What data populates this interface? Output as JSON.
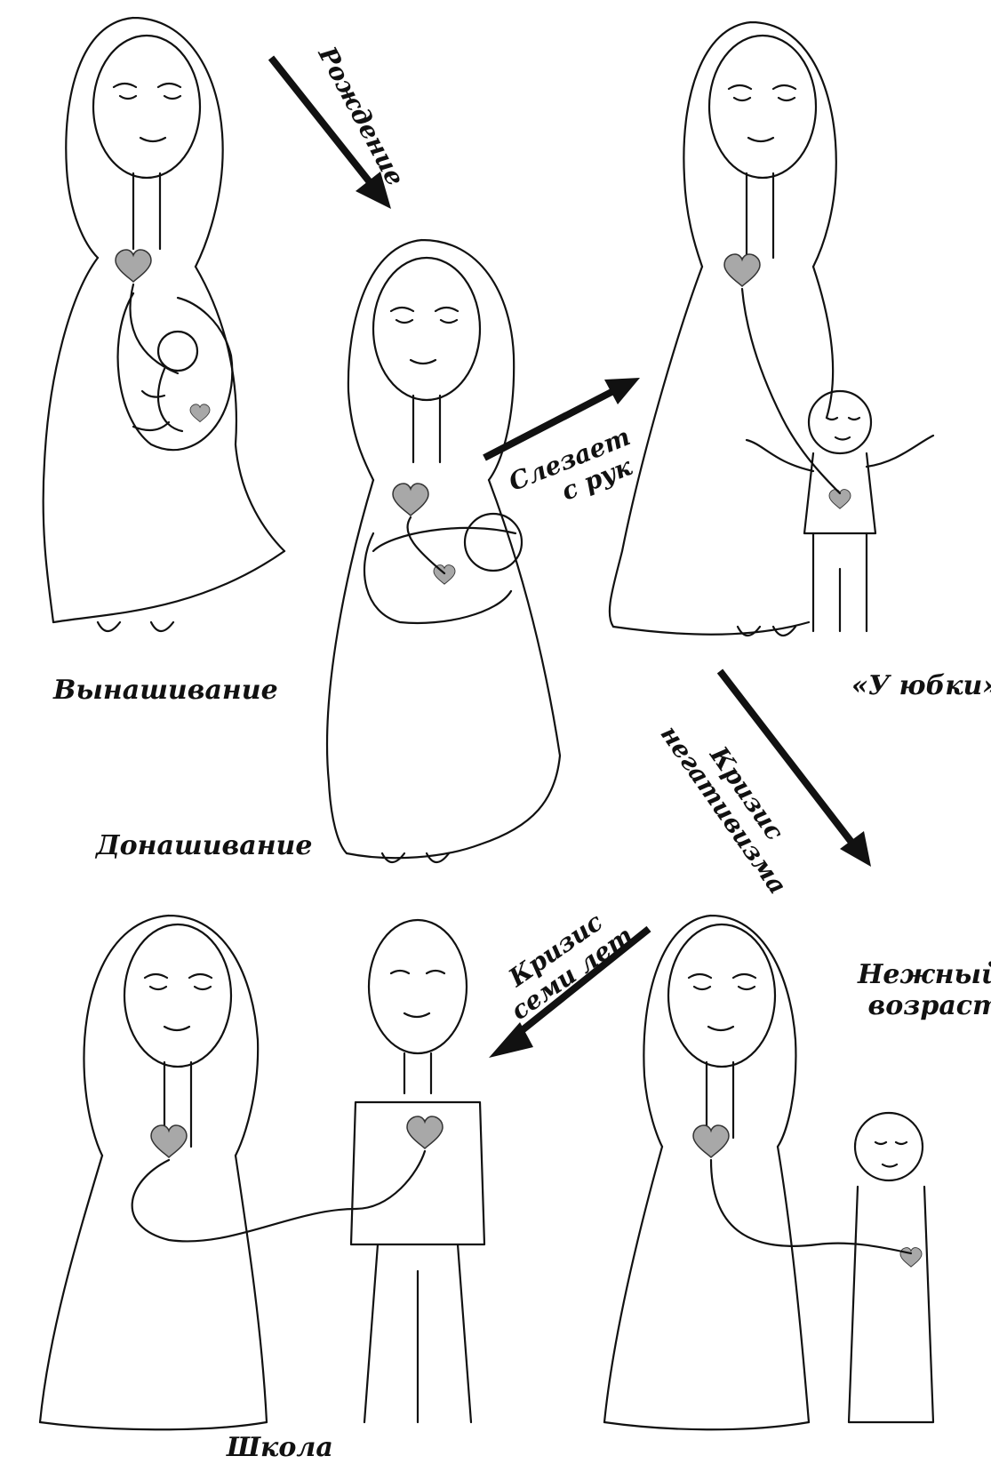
{
  "stages": [
    {
      "id": "vynashivanie",
      "label": "Вынашивание"
    },
    {
      "id": "donashivanie",
      "label": "Донашивание"
    },
    {
      "id": "u-yubki",
      "label": "«У юбки»"
    },
    {
      "id": "nezhny-vozrast",
      "label_lines": [
        "Нежный",
        "возраст"
      ]
    },
    {
      "id": "shkola",
      "label": "Школа"
    }
  ],
  "transitions": [
    {
      "id": "rozhdenie",
      "label_lines": [
        "Рождение"
      ]
    },
    {
      "id": "slezaet",
      "label_lines": [
        "Слезает",
        "с рук"
      ]
    },
    {
      "id": "krizis-neg",
      "label_lines": [
        "Кризис",
        "негативизма"
      ]
    },
    {
      "id": "krizis-sem",
      "label_lines": [
        "Кризис",
        "семи лет"
      ]
    }
  ],
  "colors": {
    "line": "#111111",
    "heart": "#a8a8a8",
    "heart_stroke": "#333333",
    "background": "#ffffff"
  }
}
